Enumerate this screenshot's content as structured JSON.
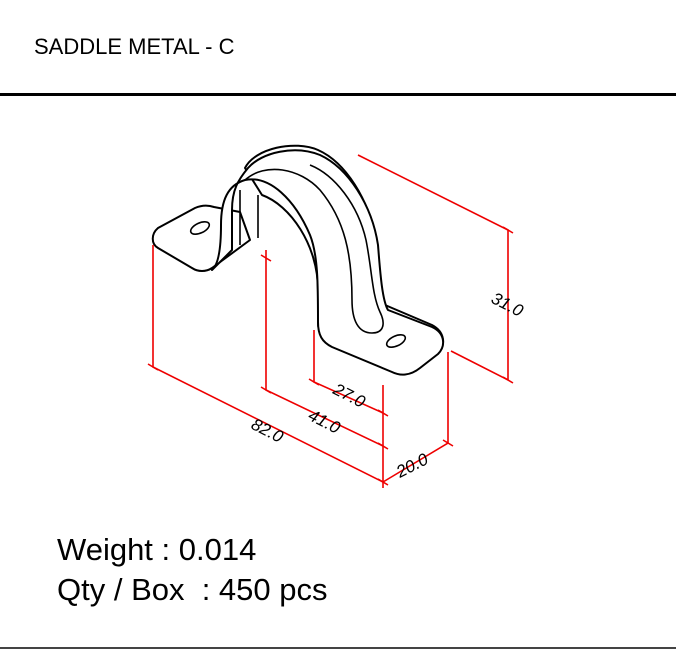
{
  "title": "SADDLE METAL - C",
  "drawing": {
    "dimensions": {
      "overall_length": "82.0",
      "inner_span": "41.0",
      "foot_length": "27.0",
      "width": "20.0",
      "height": "31.0"
    },
    "line_color": "#e00000"
  },
  "specs": {
    "weight": "Weight : 0.014",
    "qty_per_box": "Qty / Box  : 450 pcs"
  }
}
